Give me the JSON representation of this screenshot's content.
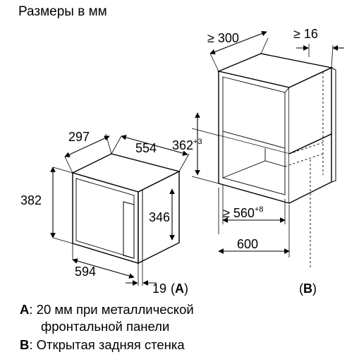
{
  "title": "Размеры в мм",
  "left_unit": {
    "depth": "297",
    "width": "554",
    "height": "382",
    "front_height": "346",
    "front_width": "594",
    "frame_offset": "19",
    "frame_offset_ref": "(A)",
    "frame_offset_ref_letter": "A"
  },
  "niche": {
    "top_depth": "≥ 300",
    "side_gap": "≥ 16",
    "opening_height": "362",
    "opening_height_tol": "+3",
    "opening_width": "≥ 560",
    "opening_width_tol": "+8",
    "cabinet_width": "600",
    "back_ref": "(B)",
    "back_ref_letter": "B"
  },
  "legend": {
    "a_letter": "A",
    "a_text_line1": ": 20 мм при металлической",
    "a_text_line2": "фронтальной панели",
    "b_letter": "B",
    "b_text": ": Открытая задняя стенка"
  }
}
